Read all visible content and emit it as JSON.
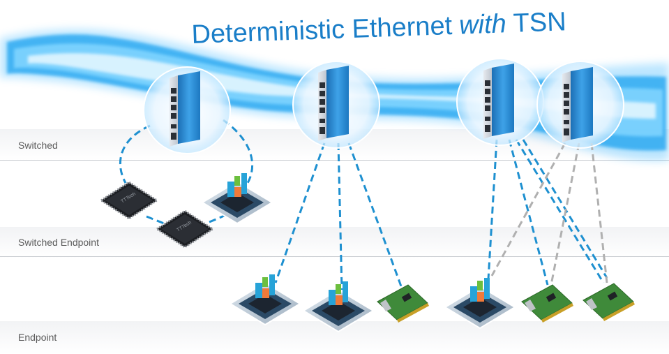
{
  "title": {
    "main": "Deterministic Ethernet",
    "italic": "with",
    "tail": "TSN"
  },
  "tiers": {
    "switched": "Switched",
    "switched_endpoint": "Switched Endpoint",
    "endpoint": "Endpoint"
  },
  "chip_label": "TTTech",
  "colors": {
    "accent_blue": "#1a7ec8",
    "dash_blue": "#1e90d0",
    "dash_gray": "#b0b0b0",
    "switch_blue": "#2e8fd6",
    "pcb_green": "#3f8a3a"
  }
}
